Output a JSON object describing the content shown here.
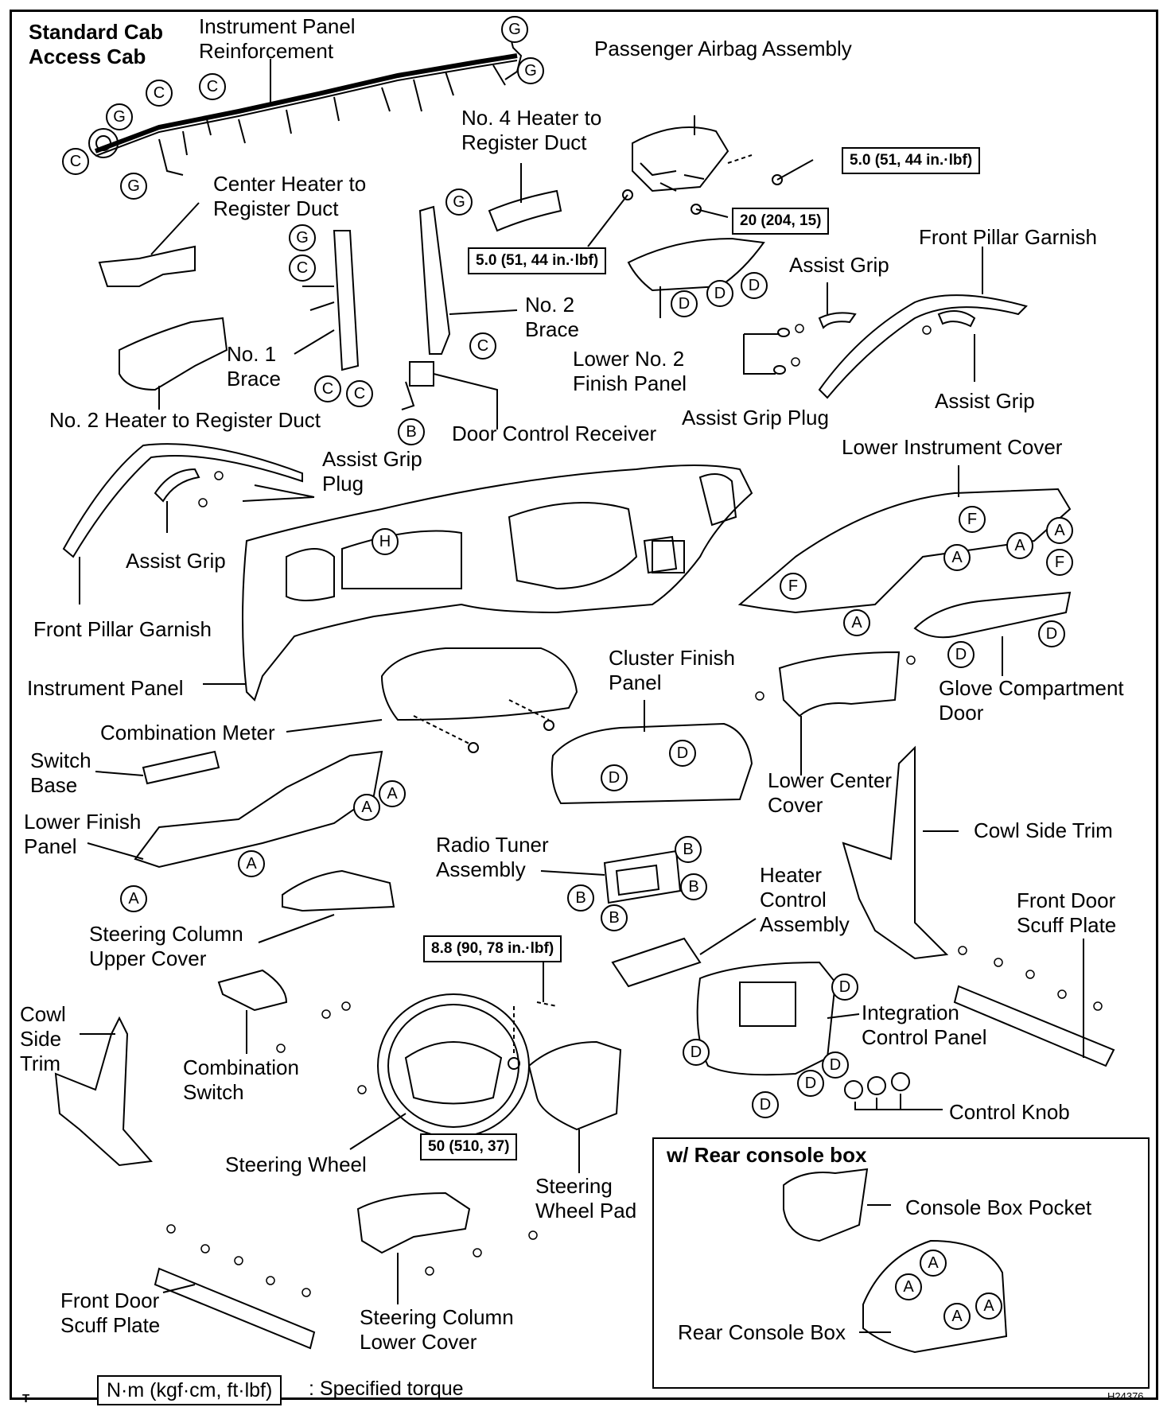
{
  "header": {
    "line1": "Standard Cab",
    "line2": "Access Cab"
  },
  "labels": {
    "ip_reinf_1": "Instrument Panel",
    "ip_reinf_2": "Reinforcement",
    "pass_airbag": "Passenger Airbag Assembly",
    "no4_1": "No. 4 Heater to",
    "no4_2": "Register Duct",
    "center_duct_1": "Center Heater to",
    "center_duct_2": "Register Duct",
    "front_pillar_r": "Front Pillar Garnish",
    "assist_grip_r1": "Assist Grip",
    "no2_brace_1": "No. 2",
    "no2_brace_2": "Brace",
    "no1_brace_1": "No. 1",
    "no1_brace_2": "Brace",
    "lower_no2_1": "Lower No. 2",
    "lower_no2_2": "Finish Panel",
    "assist_grip_r2": "Assist Grip",
    "no2_duct": "No. 2 Heater to Register Duct",
    "door_recv": "Door Control Receiver",
    "grip_plug_r": "Assist Grip Plug",
    "grip_plug_l1": "Assist Grip",
    "grip_plug_l2": "Plug",
    "lower_instr_cover": "Lower Instrument Cover",
    "assist_grip_l": "Assist Grip",
    "front_pillar_l": "Front Pillar Garnish",
    "instr_panel": "Instrument Panel",
    "cluster_1": "Cluster Finish",
    "cluster_2": "Panel",
    "glove_1": "Glove Compartment",
    "glove_2": "Door",
    "comb_meter": "Combination Meter",
    "switch_base_1": "Switch",
    "switch_base_2": "Base",
    "lower_center_1": "Lower Center",
    "lower_center_2": "Cover",
    "lower_finish_1": "Lower Finish",
    "lower_finish_2": "Panel",
    "cowl_r": "Cowl Side Trim",
    "radio_1": "Radio Tuner",
    "radio_2": "Assembly",
    "heater_ctrl_1": "Heater",
    "heater_ctrl_2": "Control",
    "heater_ctrl_3": "Assembly",
    "scuff_r1": "Front Door",
    "scuff_r2": "Scuff Plate",
    "col_upper_1": "Steering Column",
    "col_upper_2": "Upper Cover",
    "cowl_l1": "Cowl",
    "cowl_l2": "Side",
    "cowl_l3": "Trim",
    "comb_switch_1": "Combination",
    "comb_switch_2": "Switch",
    "integ_1": "Integration",
    "integ_2": "Control Panel",
    "control_knob": "Control Knob",
    "steer_wheel": "Steering Wheel",
    "steer_pad_1": "Steering",
    "steer_pad_2": "Wheel Pad",
    "scuff_l1": "Front Door",
    "scuff_l2": "Scuff Plate",
    "col_lower_1": "Steering Column",
    "col_lower_2": "Lower Cover",
    "inset_title": "w/ Rear console box",
    "console_pocket": "Console Box Pocket",
    "rear_console": "Rear Console Box"
  },
  "torques": {
    "t1": "5.0 (51, 44 in.·lbf)",
    "t2": "20 (204, 15)",
    "t3": "5.0 (51, 44 in.·lbf)",
    "t4": "8.8 (90, 78 in.·lbf)",
    "t5": "50 (510, 37)"
  },
  "legend": {
    "unit": "N·m (kgf·cm, ft·lbf)",
    "desc": ": Specified torque"
  },
  "footer": {
    "corner_left": "T",
    "figure_id": "H24376"
  },
  "circle_letters": {
    "A": "A",
    "B": "B",
    "C": "C",
    "D": "D",
    "F": "F",
    "G": "G",
    "H": "H"
  }
}
